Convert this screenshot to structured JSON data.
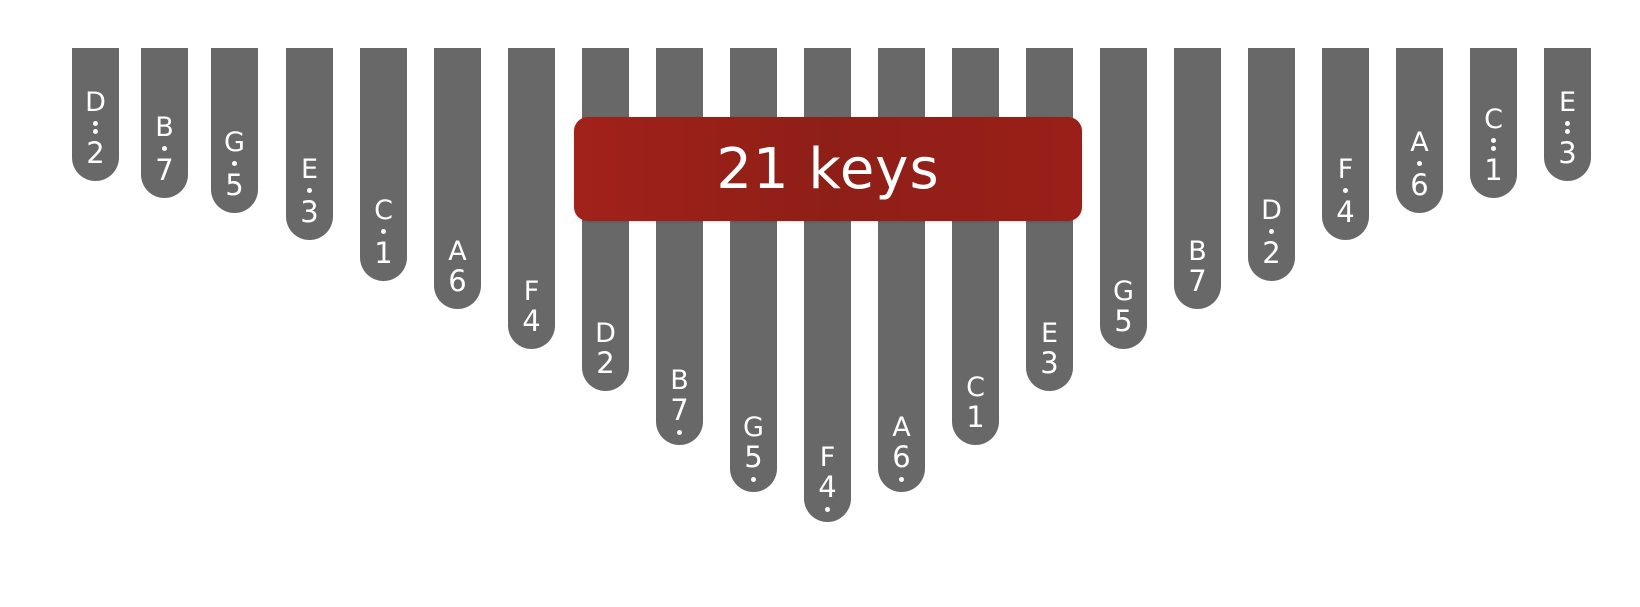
{
  "banner": {
    "label": "21 keys"
  },
  "colors": {
    "tine": "#686868",
    "banner": "#951f18",
    "text": "#ffffff"
  },
  "keys": [
    {
      "note": "D",
      "number": "2",
      "dots_above": 0,
      "dots_below": 2
    },
    {
      "note": "B",
      "number": "7",
      "dots_above": 0,
      "dots_below": 1
    },
    {
      "note": "G",
      "number": "5",
      "dots_above": 0,
      "dots_below": 1
    },
    {
      "note": "E",
      "number": "3",
      "dots_above": 0,
      "dots_below": 1
    },
    {
      "note": "C",
      "number": "1",
      "dots_above": 0,
      "dots_below": 1
    },
    {
      "note": "A",
      "number": "6",
      "dots_above": 0,
      "dots_below": 0
    },
    {
      "note": "F",
      "number": "4",
      "dots_above": 0,
      "dots_below": 0
    },
    {
      "note": "D",
      "number": "2",
      "dots_above": 0,
      "dots_below": 0
    },
    {
      "note": "B",
      "number": "7",
      "dots_above": 1,
      "dots_below": 0
    },
    {
      "note": "G",
      "number": "5",
      "dots_above": 1,
      "dots_below": 0
    },
    {
      "note": "F",
      "number": "4",
      "dots_above": 1,
      "dots_below": 0
    },
    {
      "note": "A",
      "number": "6",
      "dots_above": 1,
      "dots_below": 0
    },
    {
      "note": "C",
      "number": "1",
      "dots_above": 0,
      "dots_below": 0
    },
    {
      "note": "E",
      "number": "3",
      "dots_above": 0,
      "dots_below": 0
    },
    {
      "note": "G",
      "number": "5",
      "dots_above": 0,
      "dots_below": 0
    },
    {
      "note": "B",
      "number": "7",
      "dots_above": 0,
      "dots_below": 0
    },
    {
      "note": "D",
      "number": "2",
      "dots_above": 0,
      "dots_below": 1
    },
    {
      "note": "F",
      "number": "4",
      "dots_above": 0,
      "dots_below": 1
    },
    {
      "note": "A",
      "number": "6",
      "dots_above": 0,
      "dots_below": 1
    },
    {
      "note": "C",
      "number": "1",
      "dots_above": 0,
      "dots_below": 2
    },
    {
      "note": "E",
      "number": "3",
      "dots_above": 0,
      "dots_below": 2
    }
  ]
}
